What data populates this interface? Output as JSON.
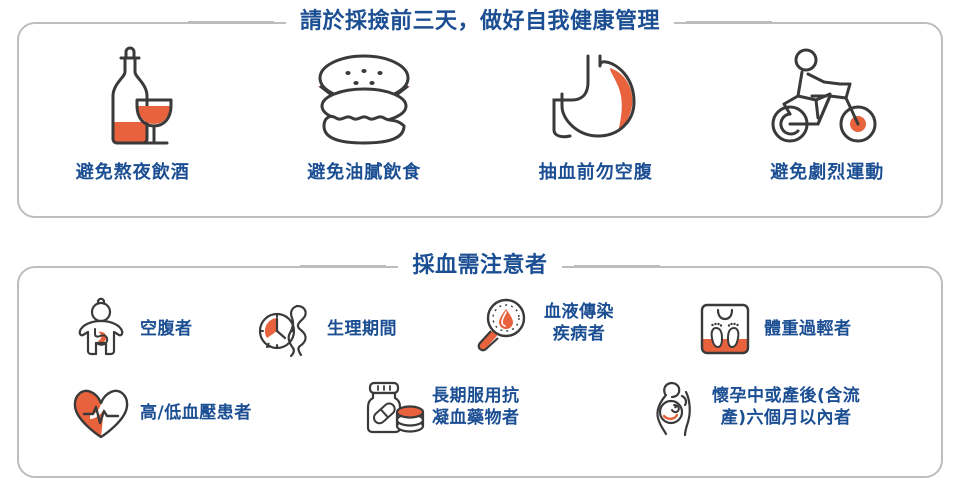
{
  "sections": [
    {
      "title": "請於採撿前三天，做好自我健康管理",
      "items": [
        {
          "label": "避免熬夜飲酒",
          "icon": "wine-bottle-and-glass-icon"
        },
        {
          "label": "避免油膩飲食",
          "icon": "hamburger-icon"
        },
        {
          "label": "抽血前勿空腹",
          "icon": "stomach-icon"
        },
        {
          "label": "避免劇烈運動",
          "icon": "cyclist-icon"
        }
      ]
    },
    {
      "title": "採血需注意者",
      "items": [
        {
          "label": "空腹者",
          "icon": "empty-stomach-person-icon"
        },
        {
          "label": "生理期間",
          "icon": "menstrual-cycle-icon"
        },
        {
          "label": "血液傳染\n疾病者",
          "icon": "blood-magnifier-icon"
        },
        {
          "label": "體重過輕者",
          "icon": "weight-scale-icon"
        },
        {
          "label": "高/低血壓患者",
          "icon": "heart-pulse-icon"
        },
        {
          "label": "長期服用抗\n凝血藥物者",
          "icon": "pill-bottle-icon"
        },
        {
          "label": "懷孕中或產後(含流\n產)六個月以內者",
          "icon": "pregnancy-icon"
        }
      ]
    }
  ],
  "colors": {
    "text_blue": "#1b4e92",
    "accent_orange": "#e8623d",
    "outline_dark": "#3a3a3a",
    "panel_border": "#bdbdbd",
    "background": "#ffffff"
  }
}
